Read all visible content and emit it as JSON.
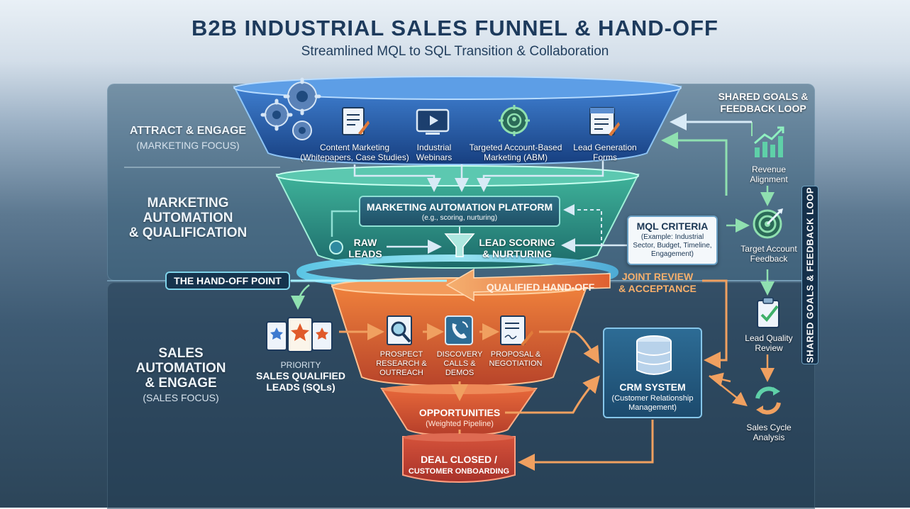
{
  "header": {
    "title": "B2B INDUSTRIAL SALES FUNNEL & HAND-OFF",
    "subtitle": "Streamlined MQL to SQL Transition & Collaboration"
  },
  "stages": {
    "attract": {
      "label": "ATTRACT & ENGAGE",
      "sub": "(MARKETING FOCUS)"
    },
    "automation": {
      "line1": "MARKETING",
      "line2": "AUTOMATION",
      "line3": "& QUALIFICATION"
    },
    "sales": {
      "line1": "SALES",
      "line2": "AUTOMATION",
      "line3": "& ENGAGE",
      "sub": "(SALES FOCUS)"
    }
  },
  "channels": [
    {
      "line1": "Content Marketing",
      "line2": "(Whitepapers, Case Studies)",
      "icon": "document-icon"
    },
    {
      "line1": "Industrial",
      "line2": "Webinars",
      "icon": "video-icon"
    },
    {
      "line1": "Targeted Account-Based",
      "line2": "Marketing (ABM)",
      "icon": "target-icon"
    },
    {
      "line1": "Lead Generation",
      "line2": "Forms",
      "icon": "form-icon"
    }
  ],
  "automation_platform": {
    "title": "MARKETING AUTOMATION PLATFORM",
    "sub": "(e.g., scoring, nurturing)"
  },
  "raw_leads": {
    "line1": "RAW",
    "line2": "LEADS"
  },
  "lead_scoring": {
    "line1": "LEAD SCORING",
    "line2": "& NURTURING"
  },
  "mql_criteria": {
    "title": "MQL CRITERIA",
    "line1": "(Example: Industrial",
    "line2": "Sector, Budget, Timeline,",
    "line3": "Engagement)"
  },
  "handoff": {
    "point": "THE HAND-OFF POINT",
    "qualified": "QUALIFIED HAND-OFF",
    "joint1": "JOINT REVIEW",
    "joint2": "& ACCEPTANCE"
  },
  "sql": {
    "line0": "PRIORITY",
    "line1": "SALES QUALIFIED",
    "line2": "LEADS (SQLs)"
  },
  "sales_steps": [
    {
      "line1": "PROSPECT",
      "line2": "RESEARCH &",
      "line3": "OUTREACH",
      "icon": "magnifier-icon"
    },
    {
      "line1": "DISCOVERY",
      "line2": "CALLS &",
      "line3": "DEMOS",
      "icon": "phone-icon"
    },
    {
      "line1": "PROPOSAL &",
      "line2": "NEGOTIATION",
      "line3": "",
      "icon": "contract-icon"
    }
  ],
  "opportunities": {
    "title": "OPPORTUNITIES",
    "sub": "(Weighted Pipeline)"
  },
  "deal": {
    "line1": "DEAL CLOSED /",
    "line2": "CUSTOMER ONBOARDING"
  },
  "crm": {
    "title": "CRM SYSTEM",
    "line1": "(Customer Relationship",
    "line2": "Management)"
  },
  "shared": {
    "line1": "SHARED GOALS &",
    "line2": "FEEDBACK LOOP",
    "vertical": "SHARED GOALS & FEEDBACK LOOP"
  },
  "feedback_items": [
    {
      "line1": "Revenue",
      "line2": "Alignment",
      "icon": "growth-chart-icon"
    },
    {
      "line1": "Target Account",
      "line2": "Feedback",
      "icon": "bullseye-icon"
    },
    {
      "line1": "Lead Quality",
      "line2": "Review",
      "icon": "clipboard-check-icon"
    },
    {
      "line1": "Sales Cycle",
      "line2": "Analysis",
      "icon": "cycle-icon"
    }
  ],
  "colors": {
    "navy": "#1d3a5c",
    "marketing_blue": "#2a64b4",
    "automation_teal": "#2fa894",
    "sales_orange": "#e0642c",
    "deal_red": "#c9452c",
    "arrow_orange": "#f0a060",
    "arrow_light": "#d8eaf6"
  }
}
